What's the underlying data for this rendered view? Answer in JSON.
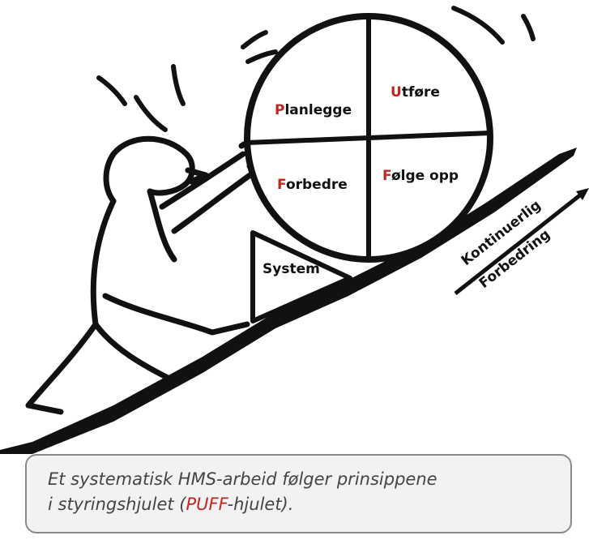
{
  "wheel": {
    "segments": [
      {
        "first": "P",
        "rest": "lanlegge"
      },
      {
        "first": "U",
        "rest": "tføre"
      },
      {
        "first": "F",
        "rest": "orbedre"
      },
      {
        "first": "F",
        "rest": "ølge opp"
      }
    ]
  },
  "wedge_label": "System",
  "slope_labels": {
    "upper": "Kontinuerlig",
    "lower": "Forbedring"
  },
  "caption": {
    "line1": "Et systematisk HMS-arbeid følger prinsippene",
    "line2_pre": "i styringshjulet (",
    "line2_accent": "PUFF",
    "line2_post": "-hjulet)."
  },
  "colors": {
    "accent": "#c0261f",
    "ink": "#111111",
    "caption_text": "#444444",
    "caption_bg": "#f2f2f2",
    "caption_border": "#8a8a8a"
  }
}
